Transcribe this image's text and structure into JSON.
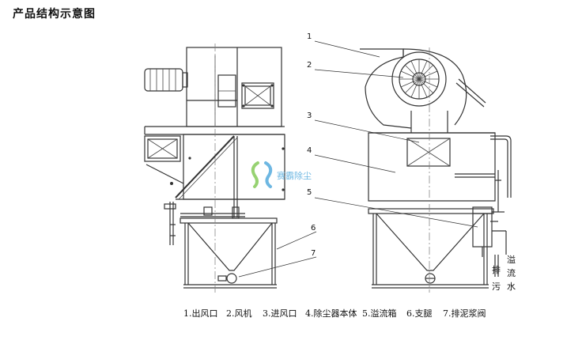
{
  "title": "产品结构示意图",
  "logo": {
    "text": "赛霸除尘"
  },
  "callouts": [
    "1",
    "2",
    "3",
    "4",
    "5",
    "6",
    "7"
  ],
  "side_label_left": [
    "排",
    "污"
  ],
  "side_label_right": [
    "溢",
    "流",
    "水"
  ],
  "legend": [
    "1.出风口",
    "2.风机",
    "3.进风口",
    "4.除尘器本体",
    "5.溢流箱",
    "6.支腿",
    "7.排泥浆阀"
  ]
}
